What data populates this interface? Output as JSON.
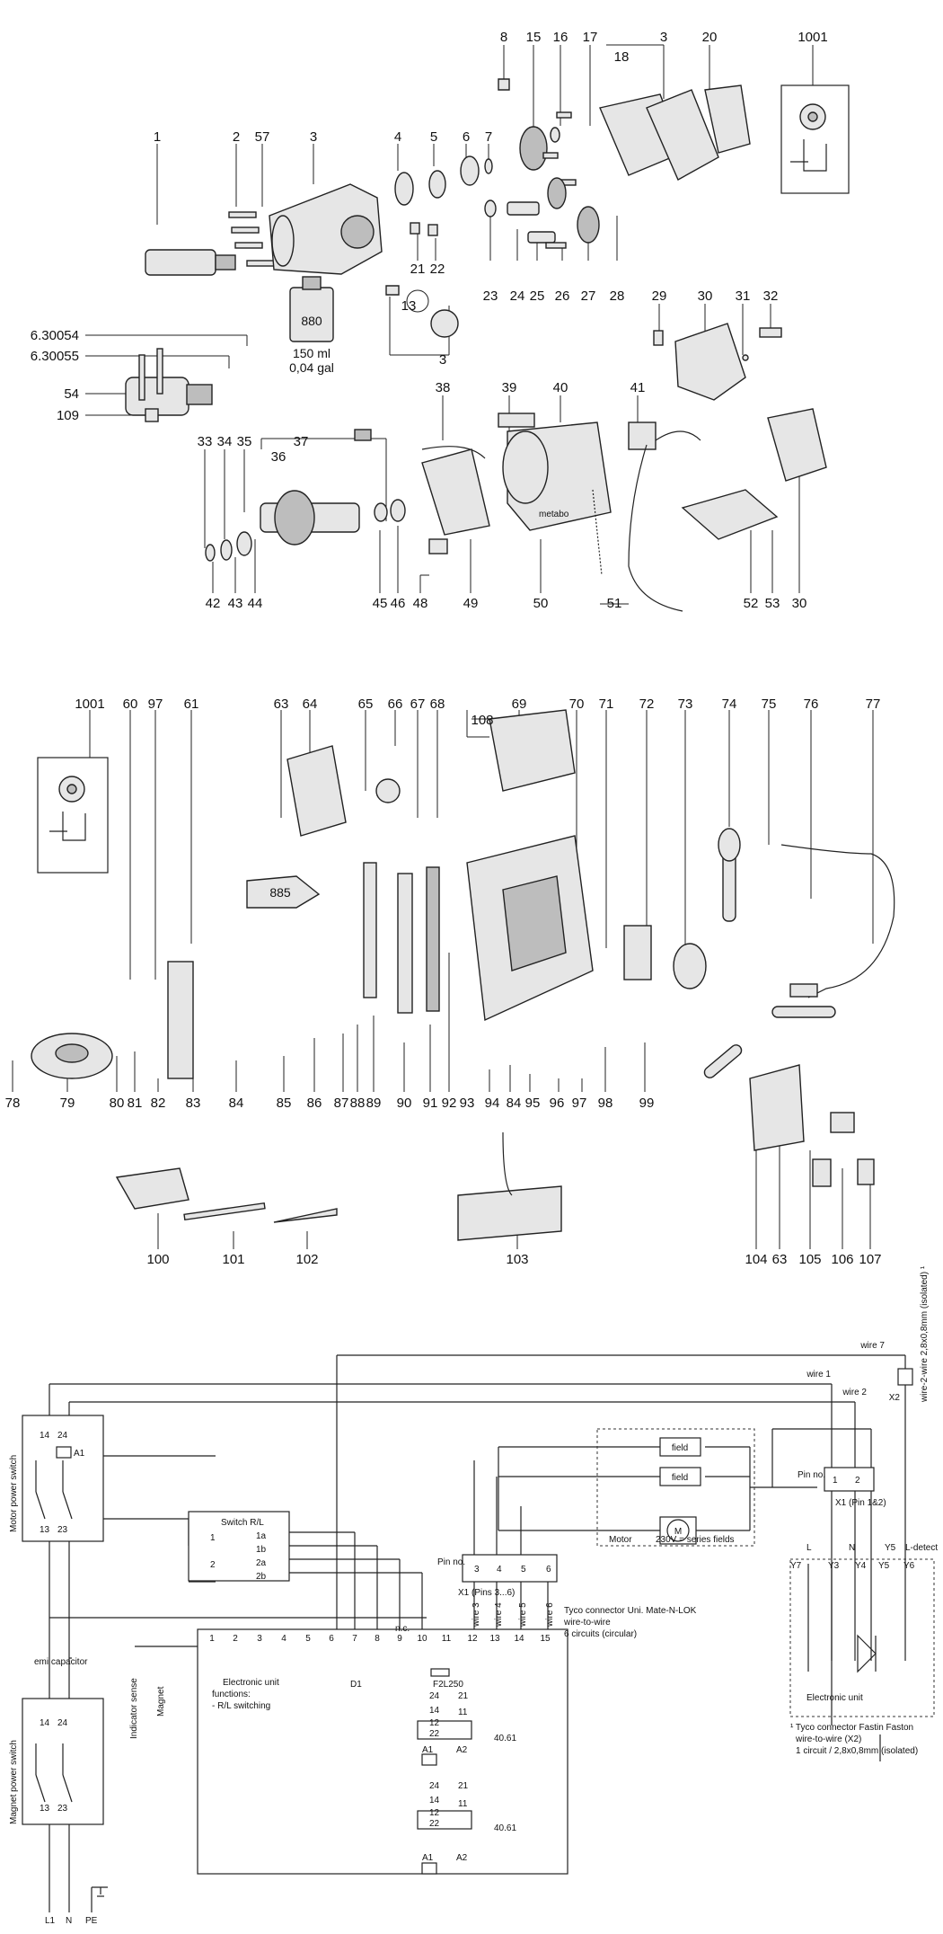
{
  "exploded_view_top": {
    "numbers": [
      "1",
      "2",
      "57",
      "3",
      "4",
      "5",
      "6",
      "7",
      "8",
      "15",
      "16",
      "17",
      "3",
      "18",
      "20",
      "1001",
      "21",
      "22",
      "13",
      "3",
      "23",
      "24",
      "25",
      "26",
      "27",
      "28",
      "29",
      "30",
      "31",
      "32",
      "6.30054",
      "6.30055",
      "54",
      "109",
      "38",
      "39",
      "40",
      "41",
      "33",
      "34",
      "35",
      "37",
      "36",
      "42",
      "43",
      "44",
      "45",
      "46",
      "48",
      "49",
      "50",
      "51",
      "52",
      "53",
      "30"
    ],
    "bottle_number": "880",
    "bottle_volume_ml": "150 ml",
    "bottle_volume_gal": "0,04 gal",
    "brand": "metabo"
  },
  "exploded_view_bottom": {
    "numbers": [
      "1001",
      "60",
      "97",
      "61",
      "63",
      "64",
      "65",
      "66",
      "67",
      "68",
      "108",
      "69",
      "70",
      "71",
      "72",
      "73",
      "74",
      "75",
      "76",
      "77",
      "78",
      "79",
      "80",
      "81",
      "82",
      "83",
      "84",
      "85",
      "86",
      "87",
      "88",
      "89",
      "90",
      "91",
      "92",
      "93",
      "94",
      "84",
      "95",
      "96",
      "97",
      "98",
      "99",
      "100",
      "101",
      "102",
      "103",
      "104",
      "63",
      "105",
      "106",
      "107"
    ],
    "tube_number": "885"
  },
  "wiring": {
    "wire_labels": [
      "wire 7",
      "wire 1",
      "wire 2",
      "wire 3",
      "wire 4",
      "wire 5",
      "wire 6"
    ],
    "x2_label": "X2",
    "x2_note": "wire-2-wire 2,8x0,8mm (isolated) ¹",
    "motor_power_switch": "Motor power switch",
    "magnet_power_switch": "Magnet power switch",
    "emi_capacitor": "emi capacitor",
    "indicator_sense": "Indicator sense",
    "magnet": "Magnet",
    "switch_rl_title": "Switch R/L",
    "switch_pins": [
      "1a",
      "1b",
      "2a",
      "2b"
    ],
    "switch_left_pins": [
      "1",
      "2"
    ],
    "field": "field",
    "motor": "Motor",
    "motor_note": "230V = series fields",
    "motor_symbol": "M",
    "pin_no": "Pin no.",
    "x1_pins_3_6": "X1 (Pins 3...6)",
    "x1_pins_3_6_numbers": [
      "3",
      "4",
      "5",
      "6"
    ],
    "x1_pins_1_2": "X1 (Pin 1&2)",
    "x1_pins_1_2_numbers": [
      "1",
      "2"
    ],
    "tyco_uni": "Tyco connector Uni. Mate-N-LOK",
    "tyco_uni_2": "wire-to-wire",
    "tyco_uni_3": "6 circuits (circular)",
    "terminals_top": [
      "L",
      "N",
      "Y5",
      "L-detect"
    ],
    "terminals_y": [
      "Y7",
      "Y3",
      "Y4",
      "Y5",
      "Y6"
    ],
    "electronic_unit": "Electronic unit",
    "electronic_unit_functions": "Electronic unit",
    "functions_line2": "functions:",
    "functions_line3": "- R/L switching",
    "strip_numbers": [
      "1",
      "2",
      "3",
      "4",
      "5",
      "6",
      "7",
      "8",
      "9",
      "10",
      "11",
      "12",
      "13",
      "14",
      "15"
    ],
    "nc": "n.c.",
    "d1": "D1",
    "fuse": "F2L250",
    "relay_pins": [
      "24",
      "21",
      "14",
      "11",
      "12",
      "22",
      "A1",
      "A2"
    ],
    "relay_label": "40.61",
    "switch_contacts": [
      "14",
      "24",
      "13",
      "23",
      "A1"
    ],
    "footnote_1": "¹ Tyco connector Fastin Faston",
    "footnote_2": "wire-to-wire (X2)",
    "footnote_3": "1 circuit / 2,8x0,8mm (isolated)",
    "supply": [
      "L1",
      "N",
      "PE"
    ]
  }
}
